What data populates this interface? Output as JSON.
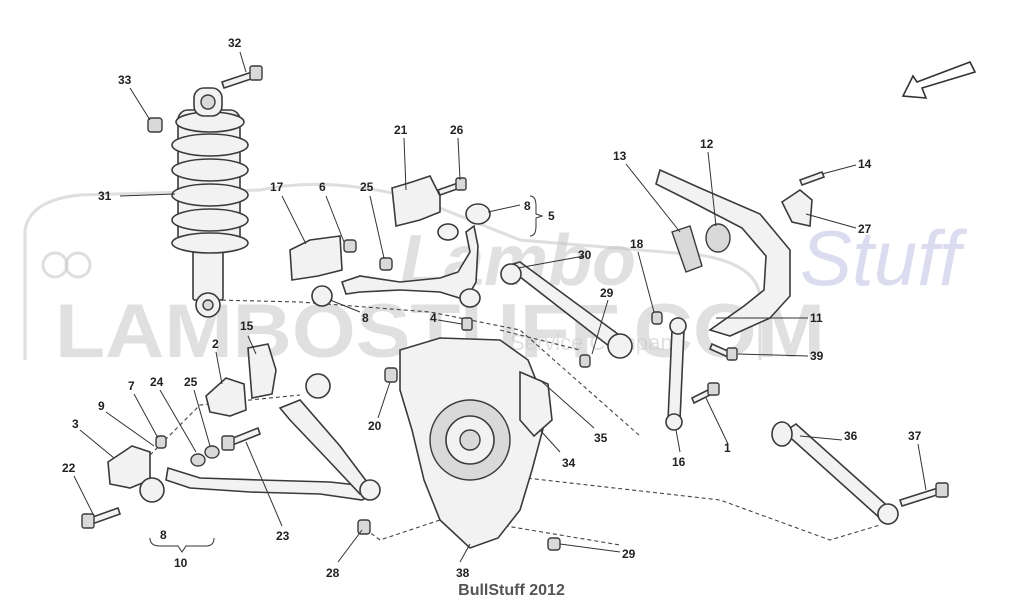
{
  "watermark": {
    "brand": "LAMBOSTUFF.COM",
    "script": "Lambo",
    "script2": "Stuff",
    "tagline": "Service Company"
  },
  "footer": {
    "credit": "BullStuff 2012"
  },
  "labels": {
    "n1": "1",
    "n2": "2",
    "n3": "3",
    "n4": "4",
    "n5": "5",
    "n6": "6",
    "n7": "7",
    "n8a": "8",
    "n8b": "8",
    "n8c": "8",
    "n9": "9",
    "n10": "10",
    "n11": "11",
    "n12": "12",
    "n13": "13",
    "n14": "14",
    "n15": "15",
    "n16": "16",
    "n17": "17",
    "n18": "18",
    "n20": "20",
    "n21": "21",
    "n22": "22",
    "n23": "23",
    "n24": "24",
    "n25a": "25",
    "n25b": "25",
    "n26": "26",
    "n27": "27",
    "n28": "28",
    "n29a": "29",
    "n29b": "29",
    "n30": "30",
    "n31": "31",
    "n32": "32",
    "n33": "33",
    "n34": "34",
    "n35": "35",
    "n36": "36",
    "n37": "37",
    "n38": "38",
    "n39": "39"
  },
  "colors": {
    "line": "#333333",
    "part": "#f2f2f2",
    "watermark": "#c8c8c8"
  }
}
